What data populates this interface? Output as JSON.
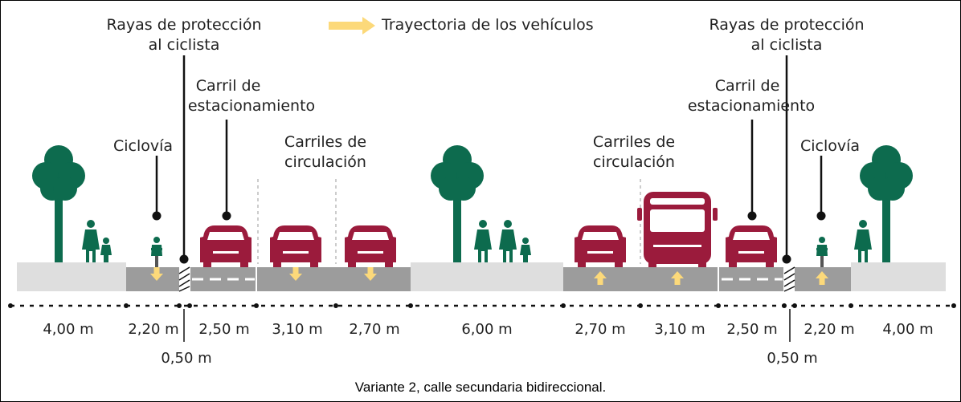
{
  "colors": {
    "tree": "#0d6b4e",
    "vehicle": "#9b1b3c",
    "arrow": "#fcd97a",
    "road": "#9c9c9c",
    "sidewalk": "#dedede",
    "line": "#111111"
  },
  "labels": {
    "legend": "Trayectoria de los vehículos",
    "left_protection": [
      "Rayas de protección",
      "al ciclista"
    ],
    "right_protection": [
      "Rayas de protección",
      "al ciclista"
    ],
    "left_parking": [
      "Carril de",
      "estacionamiento"
    ],
    "right_parking": [
      "Carril de",
      "estacionamiento"
    ],
    "left_bikeway": "Ciclovía",
    "right_bikeway": "Ciclovía",
    "left_traffic": [
      "Carriles de",
      "circulación"
    ],
    "right_traffic": [
      "Carriles de",
      "circulación"
    ]
  },
  "dimensions": [
    "4,00 m",
    "2,20 m",
    "0,50 m",
    "2,50 m",
    "3,10 m",
    "2,70 m",
    "6,00 m",
    "2,70 m",
    "3,10 m",
    "2,50 m",
    "0,50 m",
    "2,20 m",
    "4,00 m"
  ],
  "caption": "Variante 2, calle secundaria bidireccional."
}
